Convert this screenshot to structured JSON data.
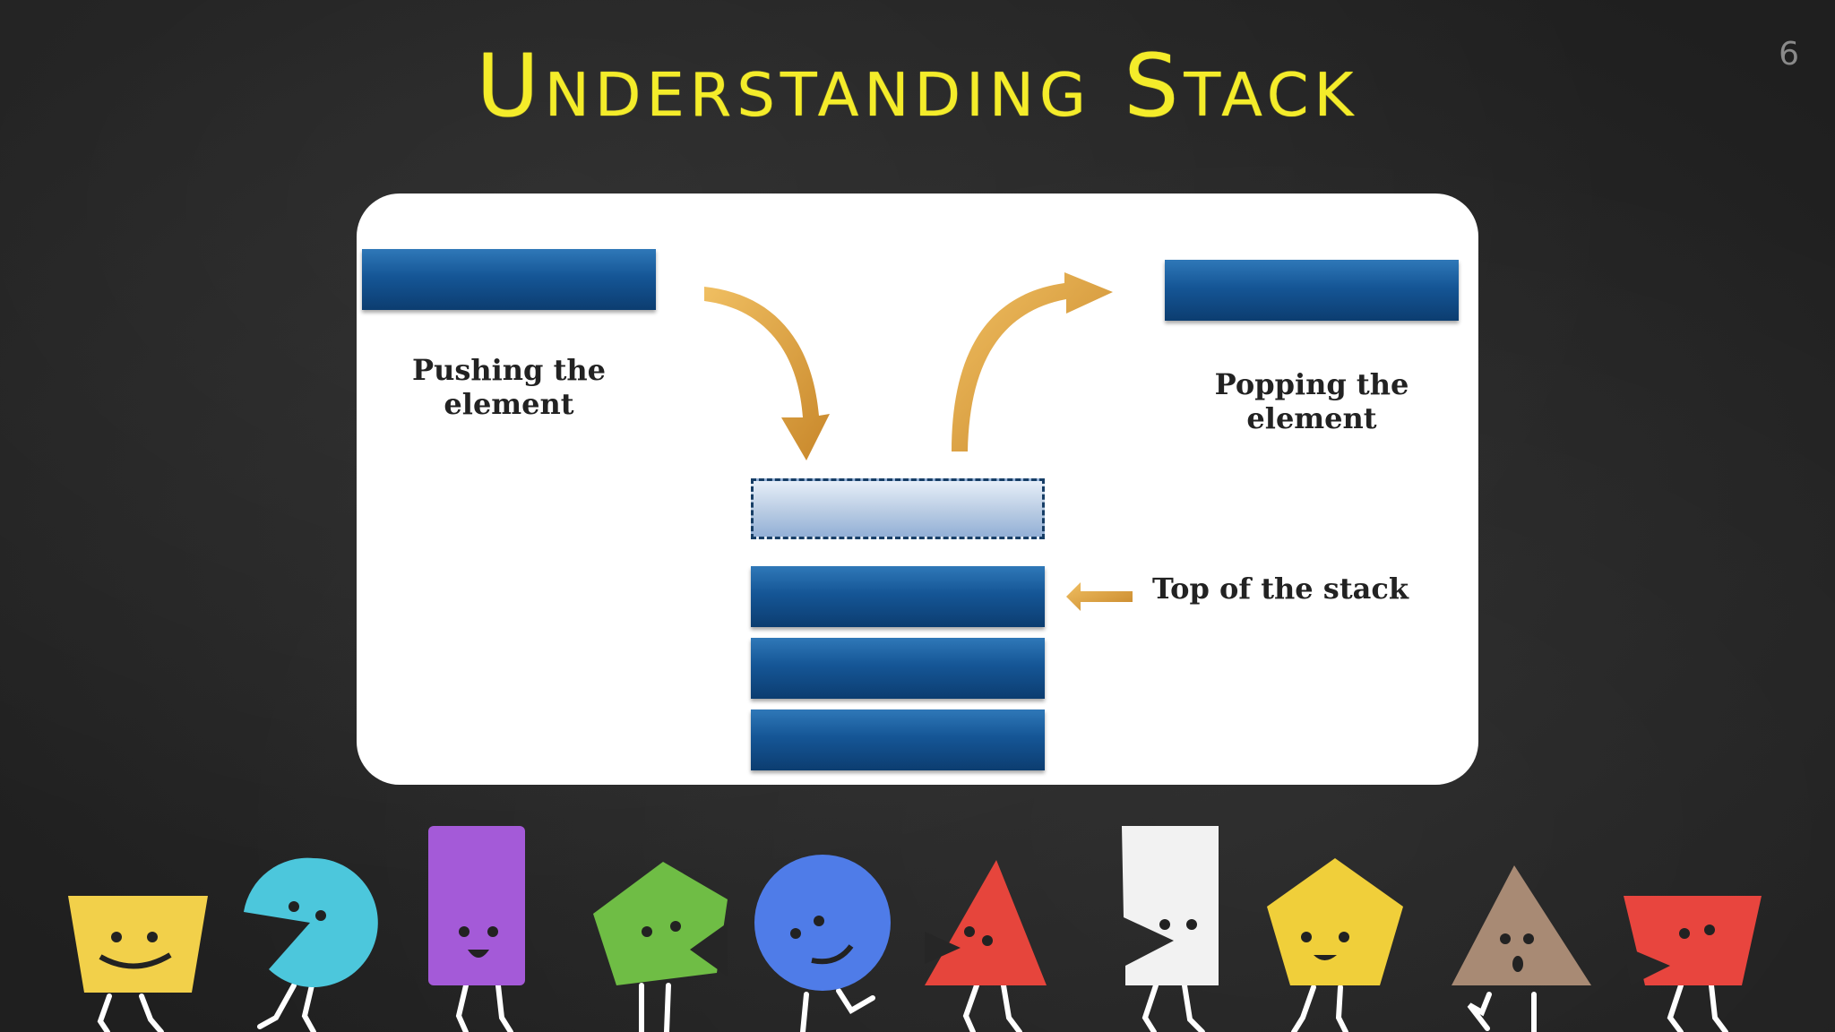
{
  "slide": {
    "title": "Understanding Stack",
    "page_number": "6"
  },
  "diagram": {
    "push_label_line1": "Pushing the",
    "push_label_line2": "element",
    "pop_label_line1": "Popping the",
    "pop_label_line2": "element",
    "top_label": "Top of the stack",
    "colors": {
      "block": "#155696",
      "arrow": "#d89a35",
      "panel": "#ffffff"
    }
  },
  "characters": [
    {
      "name": "yellow-trapezoid-character",
      "color": "#f2d04a"
    },
    {
      "name": "cyan-pacman-character",
      "color": "#4cc7dc"
    },
    {
      "name": "purple-rectangle-character",
      "color": "#a45ad8"
    },
    {
      "name": "green-pentagon-character",
      "color": "#6fbd45"
    },
    {
      "name": "blue-circle-character",
      "color": "#4f7ce8"
    },
    {
      "name": "red-triangle-character",
      "color": "#e6453c"
    },
    {
      "name": "white-rectangle-character",
      "color": "#f2f2f2"
    },
    {
      "name": "yellow-pentagon-character",
      "color": "#f0cf3a"
    },
    {
      "name": "brown-triangle-character",
      "color": "#a88a74"
    },
    {
      "name": "red-trapezoid-character",
      "color": "#e8453e"
    }
  ],
  "title_color": "#f4ec2a"
}
